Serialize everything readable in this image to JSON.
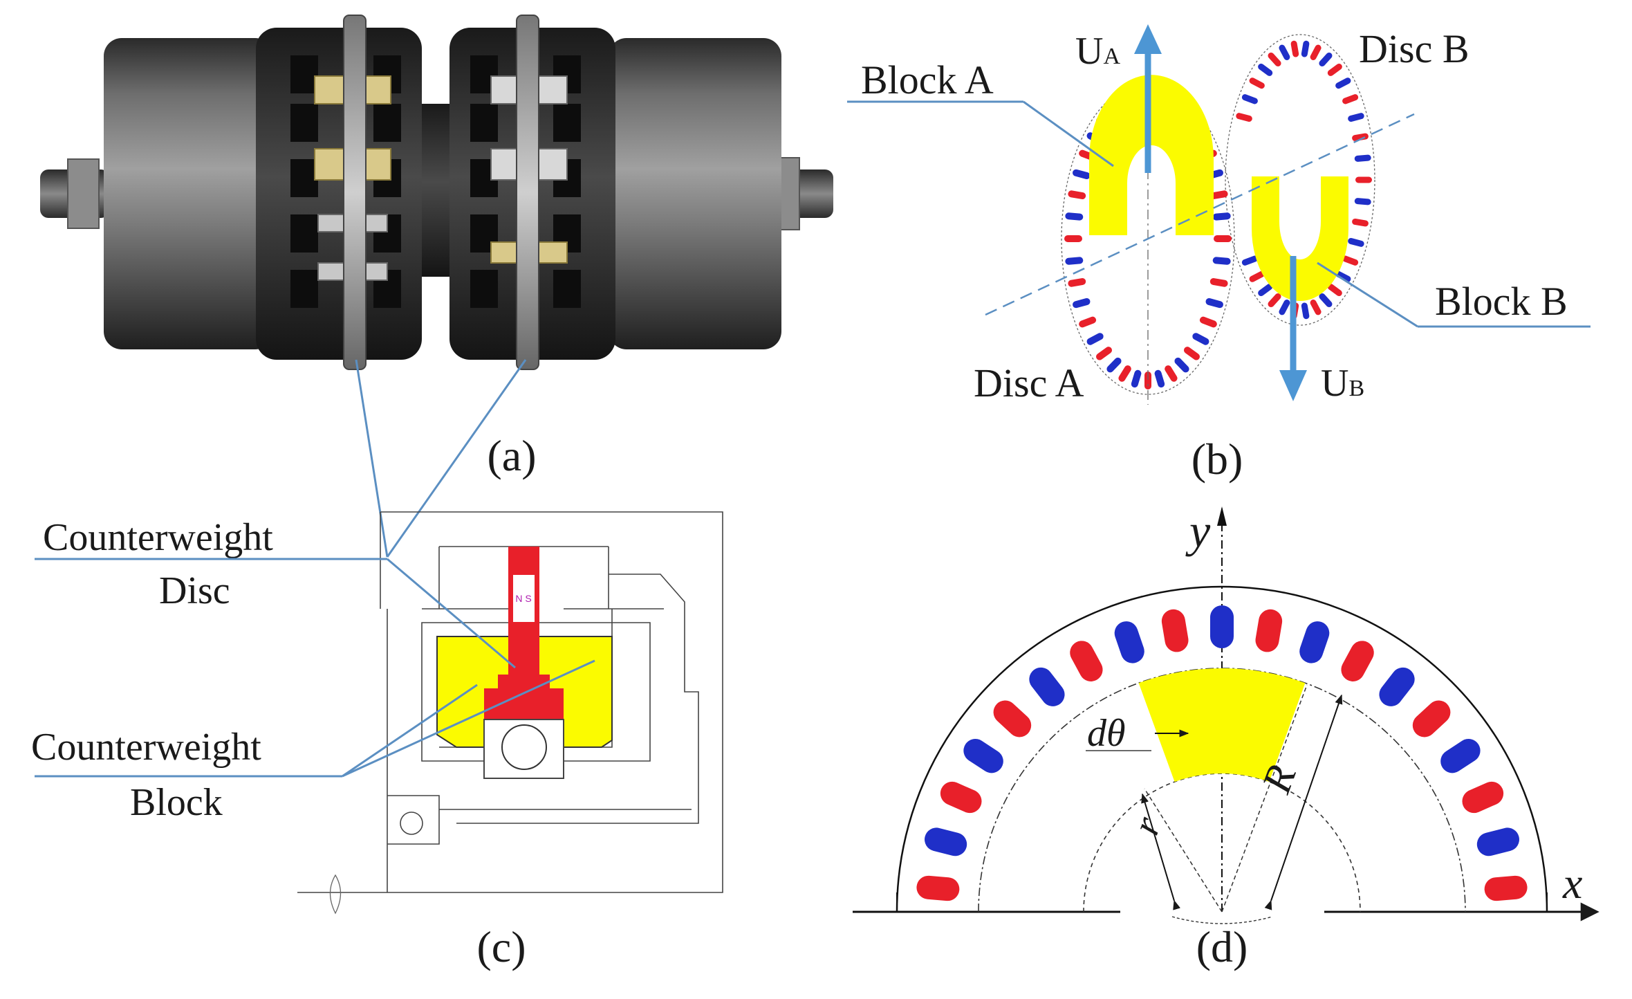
{
  "colors": {
    "north_pole": "#e8202a",
    "south_pole": "#1f2fc8",
    "counterweight_yellow": "#fbfb00",
    "leader_line": "#5b8fc2",
    "arrow_blue": "#4d96d4",
    "body_dark": "#333333",
    "text": "#1a1a1a"
  },
  "panels": {
    "a": {
      "caption": "(a)"
    },
    "b": {
      "caption": "(b)",
      "disc_a_label": "Disc A",
      "disc_b_label": "Disc B",
      "block_a_label": "Block A",
      "block_b_label": "Block B",
      "velocity_a_main": "U",
      "velocity_a_sub": "A",
      "velocity_b_main": "U",
      "velocity_b_sub": "B"
    },
    "c": {
      "caption": "(c)",
      "disc_label_line1": "Counterweight",
      "disc_label_line2": "Disc",
      "block_label_line1": "Counterweight",
      "block_label_line2": "Block",
      "magnet_text": "N S"
    },
    "d": {
      "caption": "(d)",
      "y_axis": "y",
      "x_axis": "x",
      "angle_label": "dθ",
      "inner_radius_label": "r",
      "outer_radius_label": "R"
    }
  }
}
